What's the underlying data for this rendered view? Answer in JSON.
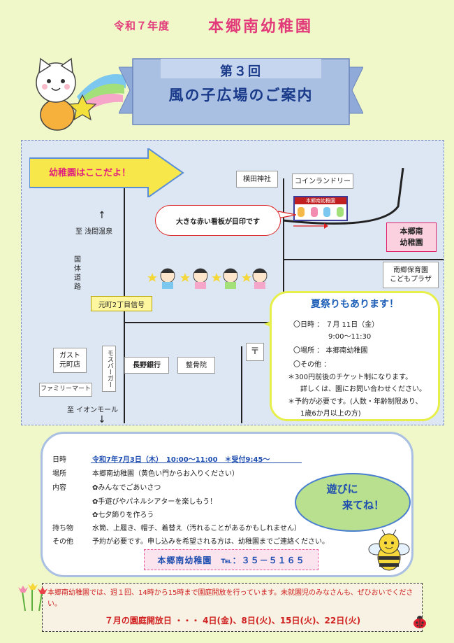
{
  "header": {
    "year": "令和７年度",
    "school": "本郷南幼稚園",
    "ribbon_no": "第３回",
    "ribbon_title": "風の子広場のご案内"
  },
  "map": {
    "arrow_text": "幼稚園はここだよ！",
    "callout": "大きな赤い看板が目印です",
    "school_box_line1": "本郷南",
    "school_box_line2": "幼稚園",
    "yokota": "横田神社",
    "laundry": "コインランドリー",
    "nursery": "南郷保育園",
    "plaza": "こどもプラザ",
    "to_onsen": "至 浅間温泉",
    "route": "国体道路",
    "signal": "元町2丁目信号",
    "gusto_1": "ガスト",
    "gusto_2": "元町店",
    "mos": "モスバーガー",
    "nagano_bank": "長野銀行",
    "seikotsu": "整骨院",
    "post": "〒",
    "family_mart": "ファミリーマート",
    "to_aeon": "至 イオンモール",
    "sign_text": "本郷南幼稚園"
  },
  "festival": {
    "title": "夏祭りもあります！",
    "date_line": "〇日時 ： ７月 11日（金）",
    "time_line": "9:00～11:30",
    "place_line": "〇場所 ： 本郷南幼稚園",
    "other_line": "〇その他 ：",
    "ticket_line": "＊300円前後のチケット制になります。",
    "detail_line": "詳しくは、園にお問い合わせください。",
    "reserve_line": "＊予約が必要です。(人数・年齢制限あり、",
    "age_line": "1歳6か月以上の方)"
  },
  "info": {
    "rows": [
      {
        "label": "日時",
        "value": "令和7年7月3日（木）　10:00～11:00　＊受付9:45～"
      },
      {
        "label": "場所",
        "value": "本郷南幼稚園（黄色い門からお入りください）"
      },
      {
        "label": "内容",
        "value": "✿みんなでごあいさつ"
      },
      {
        "label": "",
        "value": "✿手遊びやパネルシアターを楽しもう！"
      },
      {
        "label": "",
        "value": "✿七夕飾りを作ろう"
      },
      {
        "label": "持ち物",
        "value": "水筒、上履き、帽子、着替え（汚れることがあるかもしれません）"
      },
      {
        "label": "その他",
        "value": "予約が必要です。申し込みを希望される方は、幼稚園までご連絡ください。"
      }
    ],
    "asobi_line1": "遊びに",
    "asobi_line2": "来てね！",
    "tel": "本郷南幼稚園　℡：３５－５１６５"
  },
  "note": {
    "text": "本郷南幼稚園では、週１回、14時から15時まで園庭開放を行っています。未就園児のみなさんも、ぜひおいでください。",
    "dates": "７月の園庭開放日 ・・・ 4日(金)、8日(火)、15日(火)、22日(火)"
  },
  "colors": {
    "background": "#f0f7c8",
    "accent_pink": "#e23a7a",
    "navy": "#1a3a8a",
    "blue": "#1e4db0",
    "ribbon": "#a9c0e3"
  }
}
